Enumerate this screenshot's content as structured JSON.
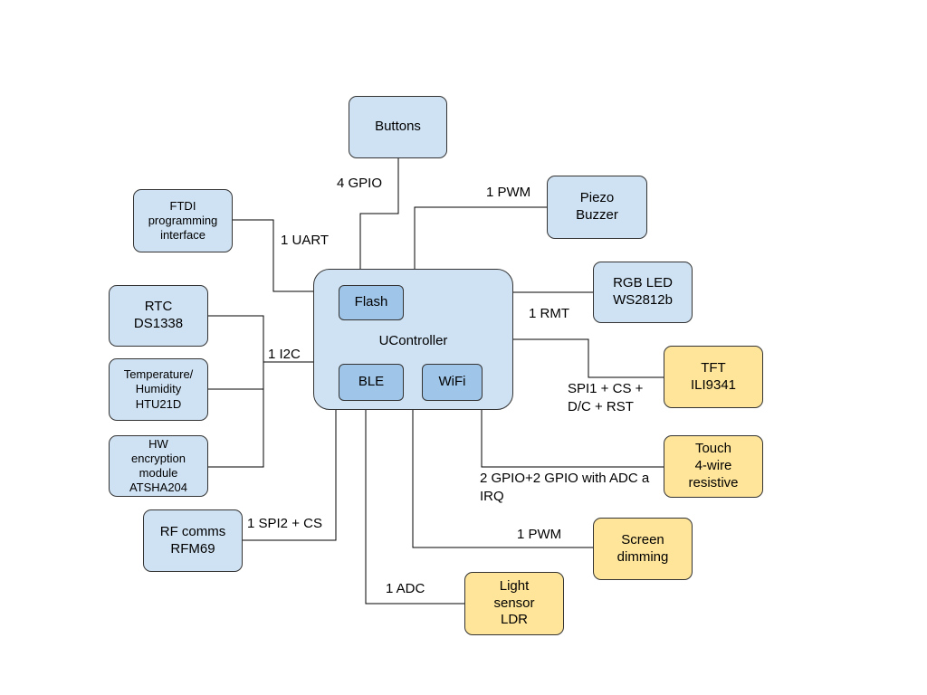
{
  "nodes": {
    "ucontroller": "UController",
    "flash": "Flash",
    "ble": "BLE",
    "wifi": "WiFi",
    "buttons": "Buttons",
    "piezo": "Piezo\nBuzzer",
    "ftdi": "FTDI\nprogramming\ninterface",
    "rgb_led": "RGB LED\nWS2812b",
    "rtc": "RTC\nDS1338",
    "temp_humidity": "Temperature/\nHumidity\nHTU21D",
    "hw_encryption": "HW\nencryption\nmodule\nATSHA204",
    "tft": "TFT\nILI9341",
    "touch": "Touch\n4-wire\nresistive",
    "rf_comms": "RF comms\nRFM69",
    "screen_dimming": "Screen\ndimming",
    "light_sensor": "Light\nsensor\nLDR"
  },
  "edges": {
    "buttons": "4 GPIO",
    "piezo": "1 PWM",
    "ftdi": "1 UART",
    "rgb_led": "1 RMT",
    "i2c": "1 I2C",
    "tft": "SPI1 + CS +\nD/C + RST",
    "touch": "2 GPIO+2 GPIO with ADC a\nIRQ",
    "rf_comms": "1 SPI2 + CS",
    "screen_dimming": "1 PWM",
    "light_sensor": "1 ADC"
  },
  "colors": {
    "peripheral_blue": "#cfe2f3",
    "inner_blue": "#9fc5e8",
    "display_yellow": "#ffe599"
  }
}
